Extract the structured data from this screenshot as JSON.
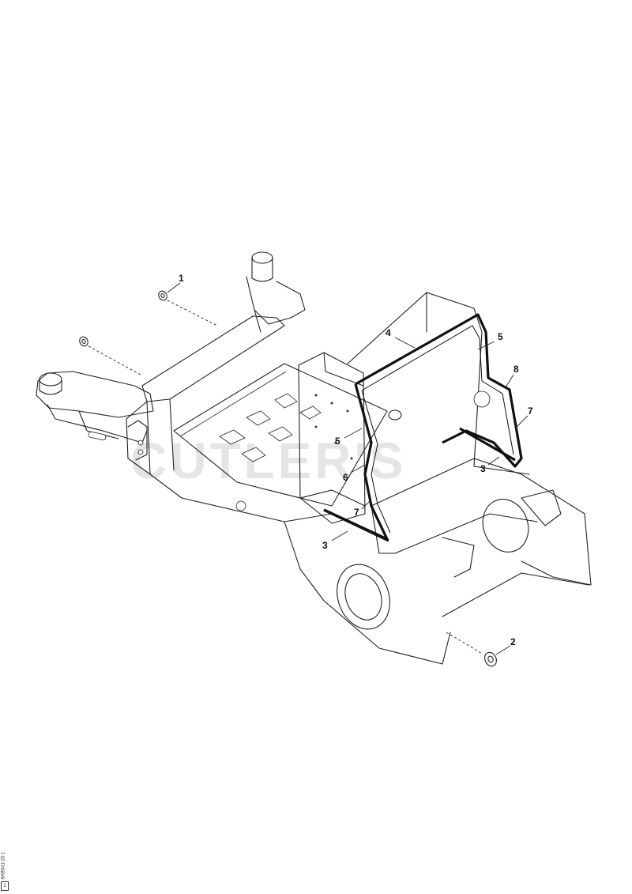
{
  "watermark": "CUTLER'S",
  "callouts": [
    {
      "id": "c1",
      "label": "1"
    },
    {
      "id": "c2",
      "label": "2"
    },
    {
      "id": "c3a",
      "label": "3"
    },
    {
      "id": "c3b",
      "label": "3"
    },
    {
      "id": "c4",
      "label": "4"
    },
    {
      "id": "c5a",
      "label": "5"
    },
    {
      "id": "c5b",
      "label": "5"
    },
    {
      "id": "c6",
      "label": "6"
    },
    {
      "id": "c7a",
      "label": "7"
    },
    {
      "id": "c7b",
      "label": "7"
    },
    {
      "id": "c8",
      "label": "8"
    }
  ],
  "reference_code": "8AB541-20 1",
  "reference_box": "2"
}
